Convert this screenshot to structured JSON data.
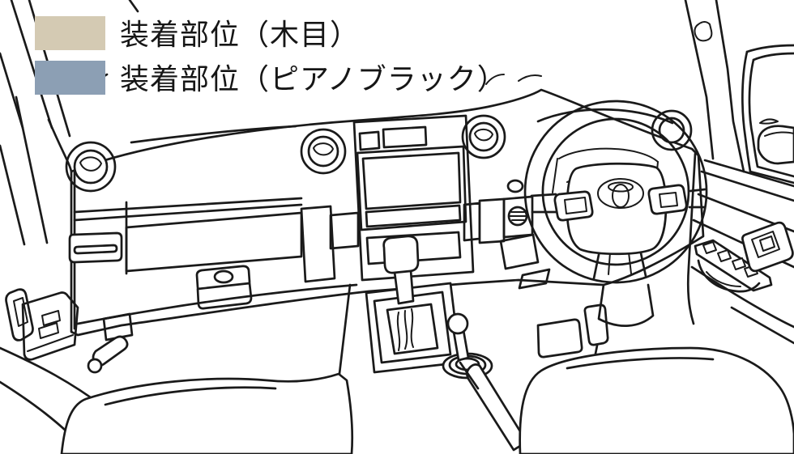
{
  "legend": {
    "items": [
      {
        "id": "wood-grain",
        "label": "装着部位（木目）",
        "color": "#d4cab3"
      },
      {
        "id": "piano-black",
        "label": "装着部位（ピアノブラック）",
        "color": "#8c9fb4"
      }
    ]
  },
  "colors": {
    "wood_grain": "#d4cab3",
    "piano_black": "#8c9fb4",
    "line": "#1a1a1a",
    "background": "#ffffff"
  }
}
